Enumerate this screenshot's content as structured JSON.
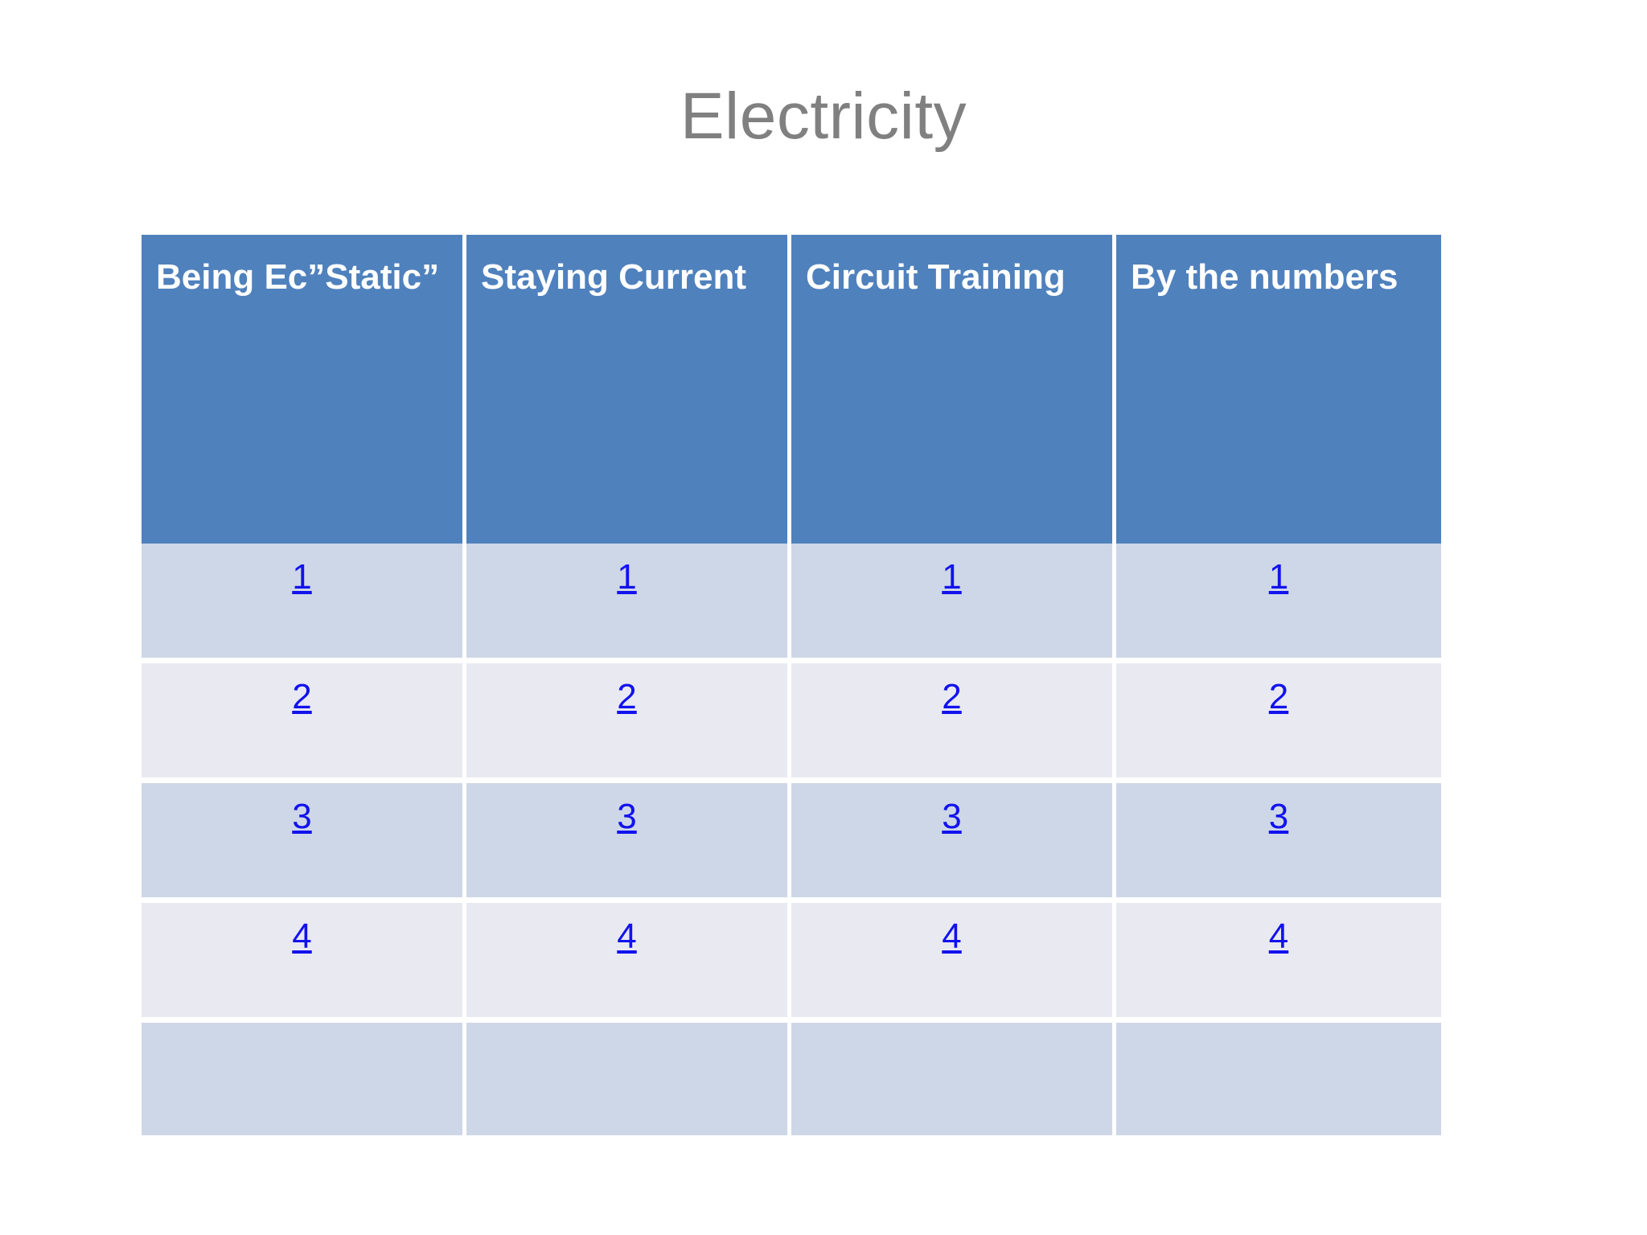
{
  "slide": {
    "title": "Electricity",
    "background_color": "#ffffff",
    "title_color": "#808080"
  },
  "board": {
    "header_bg_color": "#4f81bd",
    "header_text_color": "#ffffff",
    "row_dark_color": "#ced7e7",
    "row_light_color": "#e9e9f2",
    "link_color": "#1212ee",
    "columns": [
      {
        "label": "Being Ec”Static”"
      },
      {
        "label": "Staying Current"
      },
      {
        "label": "Circuit Training"
      },
      {
        "label": "By the numbers"
      }
    ],
    "rows": [
      {
        "shade": "dark",
        "cells": [
          "1",
          "1",
          "1",
          "1"
        ]
      },
      {
        "shade": "light",
        "cells": [
          "2",
          "2",
          "2",
          "2"
        ]
      },
      {
        "shade": "dark",
        "cells": [
          "3",
          "3",
          "3",
          "3"
        ]
      },
      {
        "shade": "light",
        "cells": [
          "4",
          "4",
          "4",
          "4"
        ]
      },
      {
        "shade": "dark",
        "cells": [
          "",
          "",
          "",
          ""
        ]
      }
    ]
  }
}
